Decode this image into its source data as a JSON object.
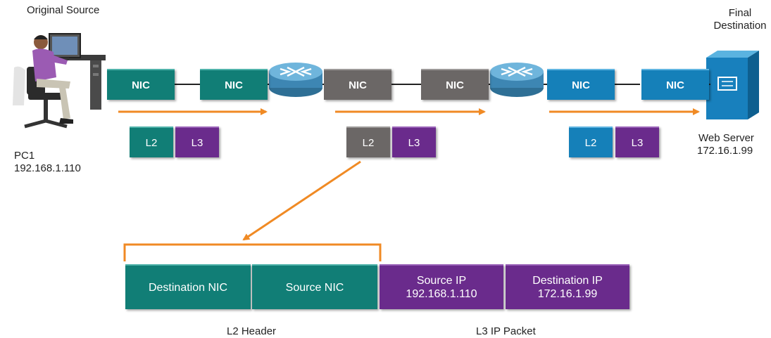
{
  "source": {
    "heading": "Original Source",
    "name": "PC1",
    "ip": "192.168.1.110"
  },
  "destination": {
    "heading_line1": "Final",
    "heading_line2": "Destination",
    "name": "Web Server",
    "ip": "172.16.1.99"
  },
  "nic_label": "NIC",
  "l2_label": "L2",
  "l3_label": "L3",
  "packet": {
    "dest_nic": "Destination NIC",
    "src_nic": "Source NIC",
    "src_ip_title": "Source IP",
    "src_ip_value": "192.168.1.110",
    "dst_ip_title": "Destination IP",
    "dst_ip_value": "172.16.1.99",
    "l2_header_caption": "L2 Header",
    "l3_packet_caption": "L3 IP Packet"
  },
  "colors": {
    "teal": "#117e76",
    "grey": "#6b6766",
    "blue": "#1580b9",
    "purple": "#6a2b8c",
    "orange": "#f08a24"
  }
}
